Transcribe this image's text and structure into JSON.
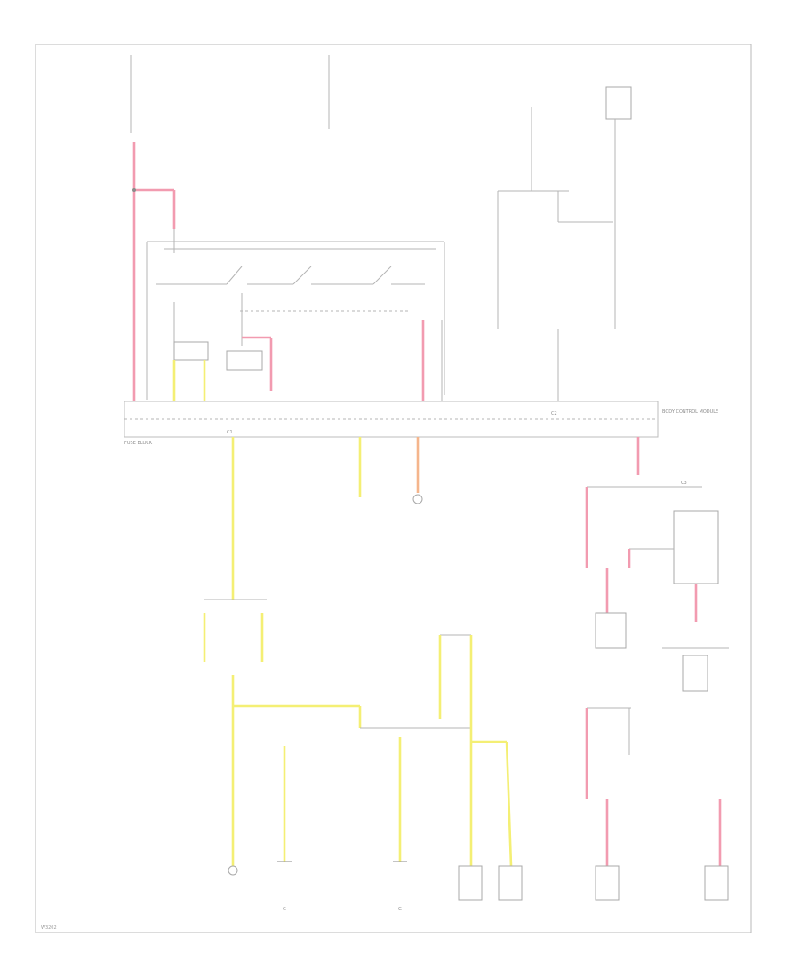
{
  "diagram": {
    "border": "frame",
    "colors": {
      "pink_wire": "#f29bb0",
      "yellow_wire": "#f4ef74",
      "orange_wire": "#f5b58c",
      "line": "#b4b4b4",
      "text": "#8a8a8a"
    },
    "labels": {
      "fuse_block": "FUSE BLOCK",
      "bcm": "BODY CONTROL MODULE",
      "c1": "C1",
      "c2": "C2",
      "c3": "C3",
      "g1": "G",
      "g2": "G",
      "ref_note": "W3202"
    },
    "page_ref": "W3202"
  }
}
